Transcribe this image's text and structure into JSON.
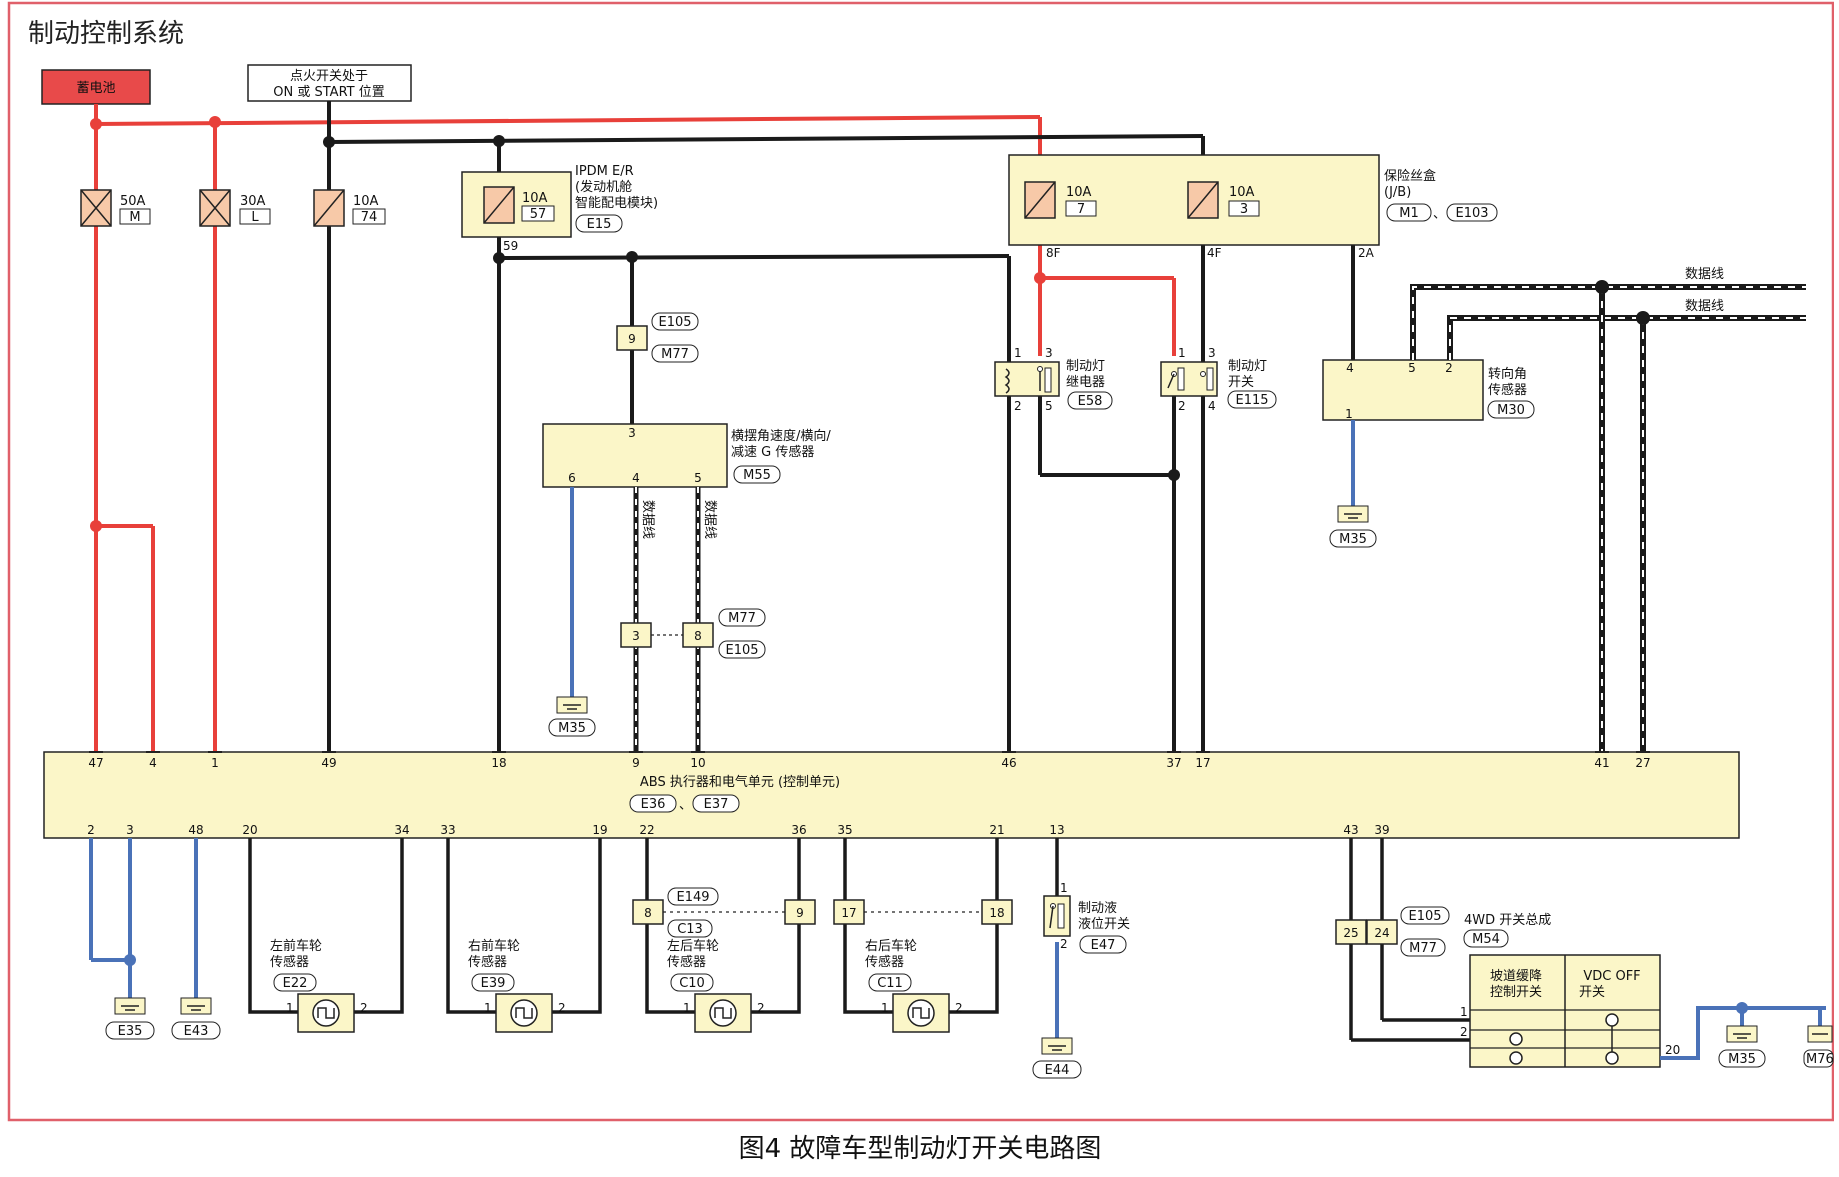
{
  "page": {
    "title": "制动控制系统",
    "caption": "图4 故障车型制动灯开关电路图"
  },
  "colors": {
    "power_wire": "#e8403a",
    "signal_wire": "#1a1a1a",
    "ground_wire": "#4a72b8",
    "component_fill": "#fbf6c8",
    "battery_fill": "#e84a4a",
    "frame": "#e0606a"
  },
  "battery": {
    "label": "蓄电池"
  },
  "ignition": {
    "line1": "点火开关处于",
    "line2": "ON 或 START 位置"
  },
  "fuses": {
    "f50": {
      "rating": "50A",
      "code": "M"
    },
    "f30": {
      "rating": "30A",
      "code": "L"
    },
    "f10a": {
      "rating": "10A",
      "code": "74"
    },
    "f10b": {
      "rating": "10A",
      "code": "57"
    },
    "f10c": {
      "rating": "10A",
      "code": "7"
    },
    "f10d": {
      "rating": "10A",
      "code": "3"
    }
  },
  "ipdm": {
    "line1": "IPDM E/R",
    "line2": "(发动机舱",
    "line3": "智能配电模块)",
    "connector": "E15",
    "pin": "59"
  },
  "fuse_box": {
    "line1": "保险丝盒",
    "line2": "(J/B)",
    "conn1": "M1",
    "sep": "、",
    "conn2": "E103",
    "pin_8f": "8F",
    "pin_4f": "4F",
    "pin_2a": "2A"
  },
  "data_line": {
    "label1": "数据线",
    "label2": "数据线",
    "vlabel": "数据线"
  },
  "yaw_sensor": {
    "line1": "横摆角速度/横向/",
    "line2": "减速 G 传感器",
    "connector": "M55",
    "pin_top": "3",
    "pin6": "6",
    "pin4": "4",
    "pin5": "5"
  },
  "inline": {
    "e105": "E105",
    "m77": "M77",
    "pin9": "9",
    "pin3": "3",
    "pin8": "8"
  },
  "stop_relay": {
    "line1": "制动灯",
    "line2": "继电器",
    "connector": "E58",
    "p1": "1",
    "p3": "3",
    "p2": "2",
    "p5": "5"
  },
  "stop_switch": {
    "line1": "制动灯",
    "line2": "开关",
    "connector": "E115",
    "p1": "1",
    "p3": "3",
    "p2": "2",
    "p4": "4"
  },
  "steer_sensor": {
    "line1": "转向角",
    "line2": "传感器",
    "connector": "M30",
    "p4": "4",
    "p5": "5",
    "p2": "2",
    "p1": "1"
  },
  "grounds": {
    "m35": "M35",
    "e35": "E35",
    "e43": "E43",
    "e44": "E44",
    "m76": "M76"
  },
  "abs": {
    "line1": "ABS 执行器和电气单元 (控制单元)",
    "conn1": "E36",
    "sep": "、",
    "conn2": "E37",
    "top_pins": [
      "47",
      "4",
      "1",
      "49",
      "18",
      "9",
      "10",
      "46",
      "37",
      "17",
      "41",
      "27"
    ],
    "bottom_pins": [
      "2",
      "3",
      "48",
      "20",
      "34",
      "33",
      "19",
      "22",
      "36",
      "35",
      "21",
      "13",
      "43",
      "39"
    ]
  },
  "wheel_sensors": [
    {
      "line1": "左前车轮",
      "line2": "传感器",
      "connector": "E22",
      "p1": "1",
      "p2": "2"
    },
    {
      "line1": "右前车轮",
      "line2": "传感器",
      "connector": "E39",
      "p1": "1",
      "p2": "2"
    },
    {
      "line1": "左后车轮",
      "line2": "传感器",
      "connector": "C10",
      "p1": "1",
      "p2": "2"
    },
    {
      "line1": "右后车轮",
      "line2": "传感器",
      "connector": "C11",
      "p1": "1",
      "p2": "2"
    }
  ],
  "rear_inline": {
    "e149": "E149",
    "c13": "C13",
    "p8": "8",
    "p9": "9",
    "p17": "17",
    "p18": "18"
  },
  "fluid_switch": {
    "line1": "制动液",
    "line2": "液位开关",
    "connector": "E47",
    "p1": "1",
    "p2": "2"
  },
  "awd": {
    "title": "4WD 开关总成",
    "connector": "M54",
    "e105": "E105",
    "m77": "M77",
    "p25": "25",
    "p24": "24",
    "hdc1": "坡道缓降",
    "hdc2": "控制开关",
    "vdc1": "VDC OFF",
    "vdc2": "开关",
    "p1": "1",
    "p2": "2",
    "p20": "20"
  }
}
